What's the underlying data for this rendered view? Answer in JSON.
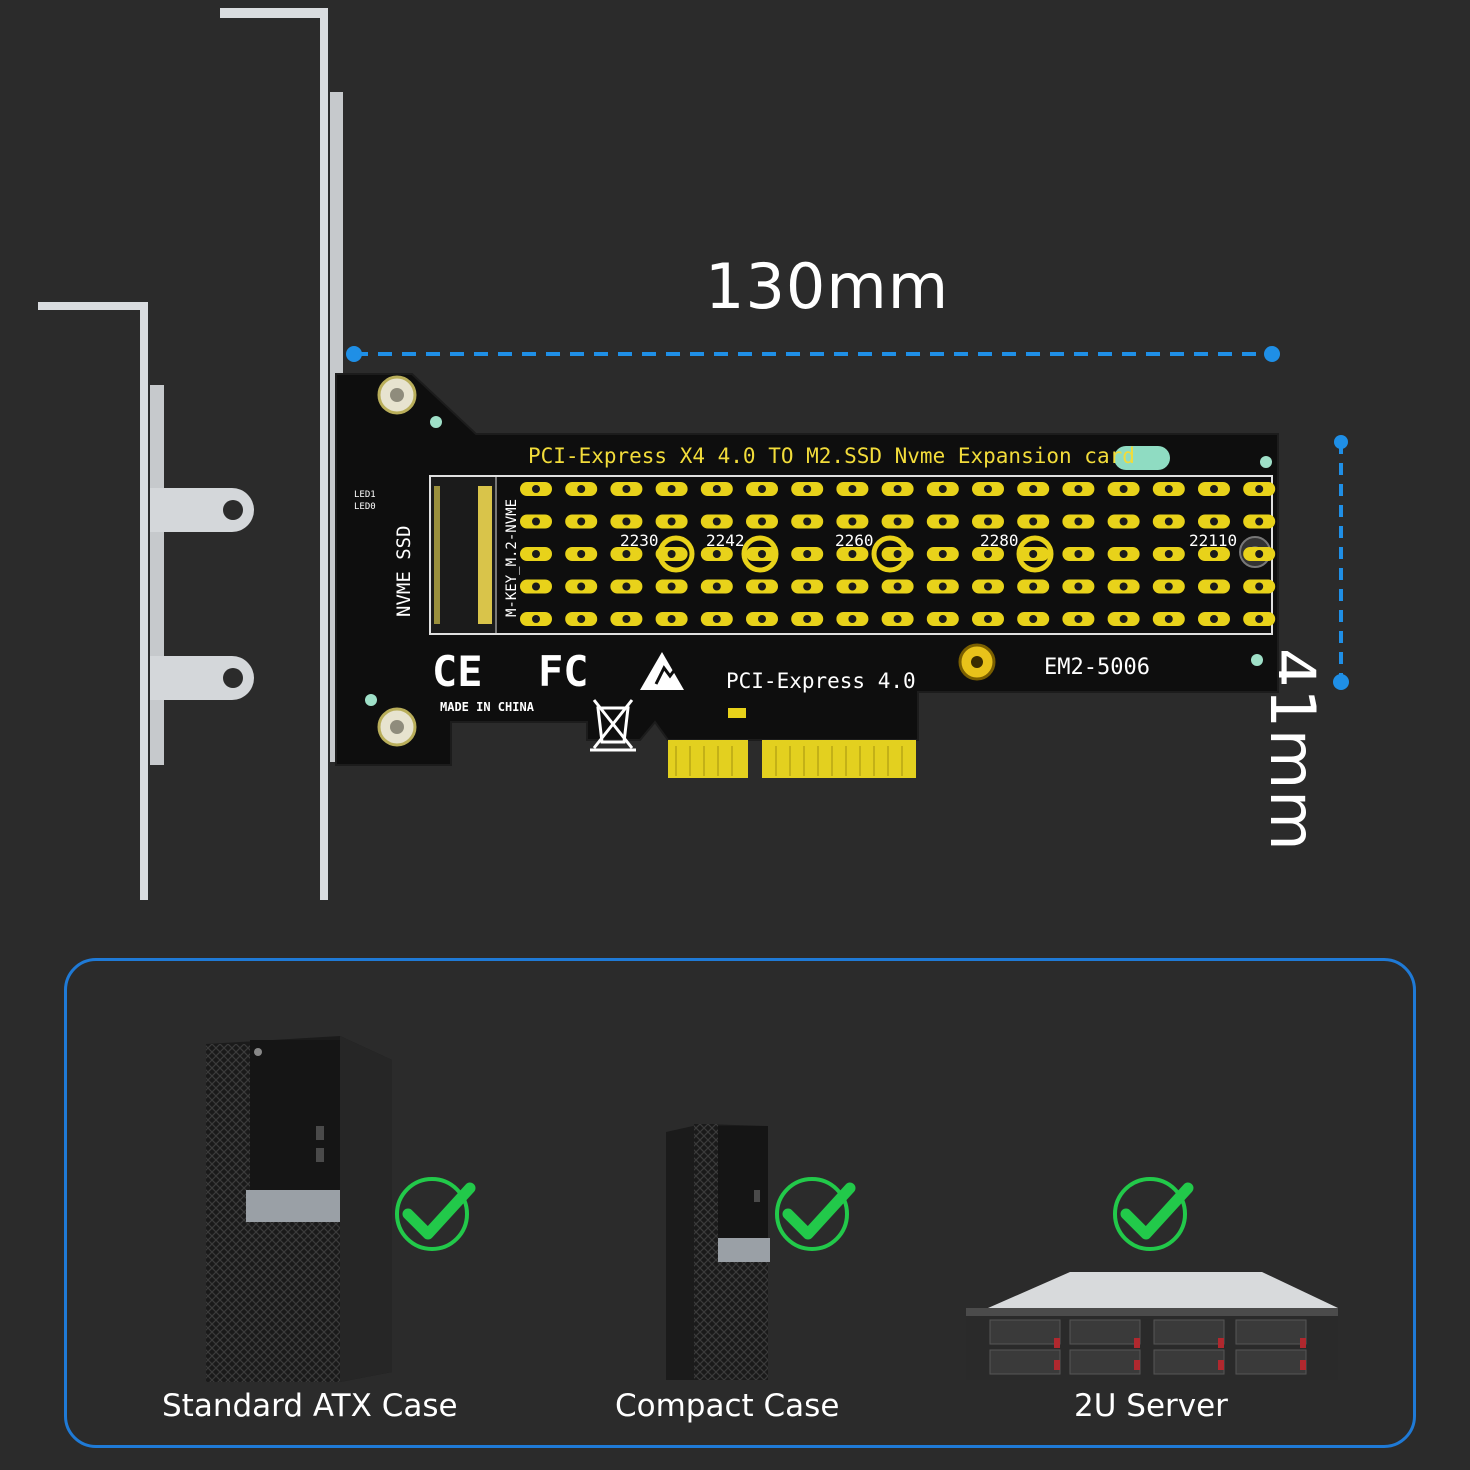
{
  "dimensions": {
    "width_label": "130mm",
    "height_label": "41mm",
    "line_color": "#1f8fe6"
  },
  "card": {
    "title": "PCI-Express  X4  4.0  TO    M2.SSD  Nvme  Expansion  card",
    "side_label": "NVME  SSD",
    "slot_label": "M-KEY_M.2-NVME",
    "led1": "LED1",
    "led0": "LED0",
    "sizes": [
      "2230",
      "2242",
      "2260",
      "2280",
      "22110"
    ],
    "interface": "PCI-Express  4.0",
    "model": "EM2-5006",
    "origin": "MADE  IN  CHINA",
    "ce_mark": "CE",
    "fcc_mark": "FC",
    "pcb_color": "#0e0e0e",
    "pad_color": "#e8d21a"
  },
  "compatibility": {
    "border_color": "#1f7ad6",
    "check_color": "#22c94a",
    "items": [
      {
        "label": "Standard ATX Case",
        "icon": "tower-case-icon"
      },
      {
        "label": "Compact Case",
        "icon": "compact-case-icon"
      },
      {
        "label": "2U Server",
        "icon": "rack-server-icon"
      }
    ]
  }
}
